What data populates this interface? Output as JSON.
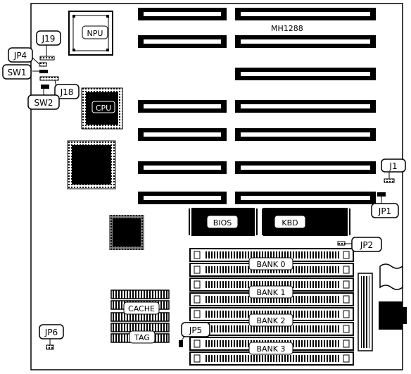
{
  "board": {
    "model": "MH1288"
  },
  "components": {
    "npu": "NPU",
    "cpu": "CPU",
    "bios": "BIOS",
    "kbd": "KBD",
    "cache": "CACHE",
    "tag": "TAG"
  },
  "jumpers": {
    "j19": "J19",
    "jp4": "JP4",
    "sw1": "SW1",
    "j18": "J18",
    "sw2": "SW2",
    "j1": "J1",
    "jp1": "JP1",
    "jp2": "JP2",
    "jp5": "JP5",
    "jp6": "JP6"
  },
  "memory": {
    "banks": [
      "BANK 0",
      "BANK 1",
      "BANK 2",
      "BANK 3"
    ]
  },
  "colors": {
    "ink": "#000000",
    "paper": "#ffffff"
  }
}
